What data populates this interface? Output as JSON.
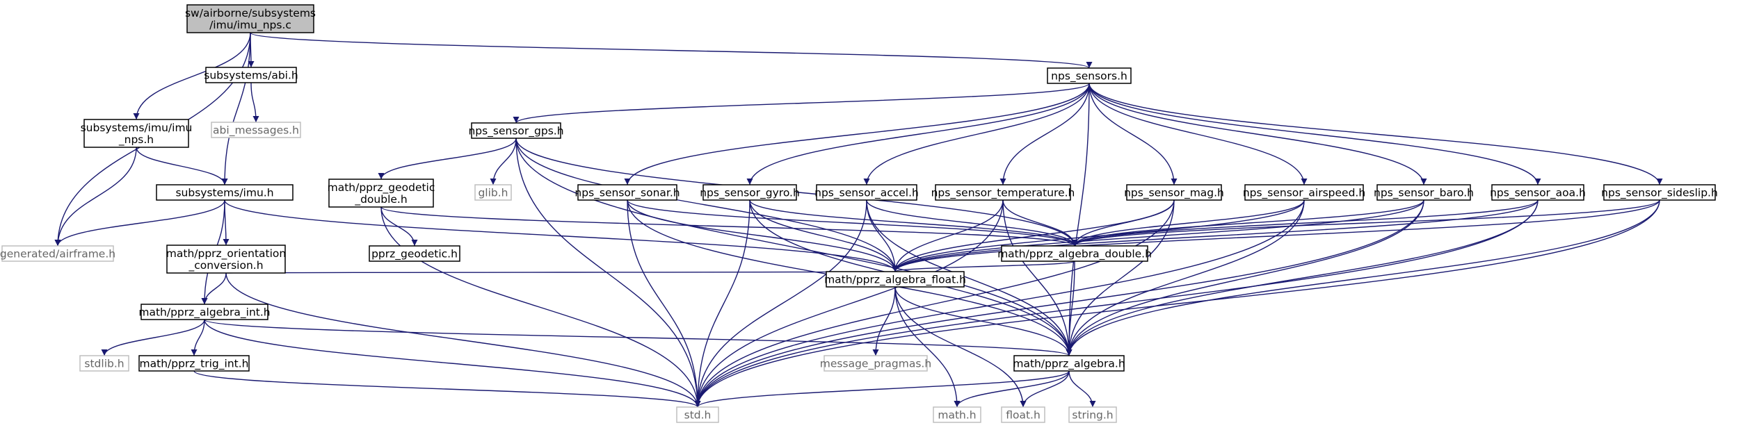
{
  "colors": {
    "edge": "#191970",
    "node_border": "#000000",
    "node_border_external": "#bfbfbf",
    "root_fill": "#bfbfbf",
    "node_fill": "#ffffff"
  },
  "nodes": [
    {
      "id": "root",
      "lines": [
        "sw/airborne/subsystems",
        "/imu/imu_nps.c"
      ],
      "style": "root"
    },
    {
      "id": "abi",
      "lines": [
        "subsystems/abi.h"
      ],
      "style": "normal"
    },
    {
      "id": "abi_msg",
      "lines": [
        "abi_messages.h"
      ],
      "style": "external"
    },
    {
      "id": "imu_nps_h",
      "lines": [
        "subsystems/imu/imu",
        "_nps.h"
      ],
      "style": "normal"
    },
    {
      "id": "imu_h",
      "lines": [
        "subsystems/imu.h"
      ],
      "style": "normal"
    },
    {
      "id": "airframe",
      "lines": [
        "generated/airframe.h"
      ],
      "style": "external"
    },
    {
      "id": "orient",
      "lines": [
        "math/pprz_orientation",
        "_conversion.h"
      ],
      "style": "normal"
    },
    {
      "id": "alg_int",
      "lines": [
        "math/pprz_algebra_int.h"
      ],
      "style": "normal"
    },
    {
      "id": "stdlib",
      "lines": [
        "stdlib.h"
      ],
      "style": "external"
    },
    {
      "id": "trig",
      "lines": [
        "math/pprz_trig_int.h"
      ],
      "style": "normal"
    },
    {
      "id": "nps_sensors",
      "lines": [
        "nps_sensors.h"
      ],
      "style": "normal"
    },
    {
      "id": "gps",
      "lines": [
        "nps_sensor_gps.h"
      ],
      "style": "normal"
    },
    {
      "id": "geod_dbl",
      "lines": [
        "math/pprz_geodetic",
        "_double.h"
      ],
      "style": "normal"
    },
    {
      "id": "glib",
      "lines": [
        "glib.h"
      ],
      "style": "external"
    },
    {
      "id": "pprz_geod",
      "lines": [
        "pprz_geodetic.h"
      ],
      "style": "normal"
    },
    {
      "id": "sonar",
      "lines": [
        "nps_sensor_sonar.h"
      ],
      "style": "normal"
    },
    {
      "id": "gyro",
      "lines": [
        "nps_sensor_gyro.h"
      ],
      "style": "normal"
    },
    {
      "id": "accel",
      "lines": [
        "nps_sensor_accel.h"
      ],
      "style": "normal"
    },
    {
      "id": "temp",
      "lines": [
        "nps_sensor_temperature.h"
      ],
      "style": "normal"
    },
    {
      "id": "mag",
      "lines": [
        "nps_sensor_mag.h"
      ],
      "style": "normal"
    },
    {
      "id": "airspeed",
      "lines": [
        "nps_sensor_airspeed.h"
      ],
      "style": "normal"
    },
    {
      "id": "baro",
      "lines": [
        "nps_sensor_baro.h"
      ],
      "style": "normal"
    },
    {
      "id": "aoa",
      "lines": [
        "nps_sensor_aoa.h"
      ],
      "style": "normal"
    },
    {
      "id": "sideslip",
      "lines": [
        "nps_sensor_sideslip.h"
      ],
      "style": "normal"
    },
    {
      "id": "alg_dbl",
      "lines": [
        "math/pprz_algebra_double.h"
      ],
      "style": "normal"
    },
    {
      "id": "alg_float",
      "lines": [
        "math/pprz_algebra_float.h"
      ],
      "style": "normal"
    },
    {
      "id": "msg_pragmas",
      "lines": [
        "message_pragmas.h"
      ],
      "style": "external"
    },
    {
      "id": "alg",
      "lines": [
        "math/pprz_algebra.h"
      ],
      "style": "normal"
    },
    {
      "id": "std",
      "lines": [
        "std.h"
      ],
      "style": "external"
    },
    {
      "id": "math",
      "lines": [
        "math.h"
      ],
      "style": "external"
    },
    {
      "id": "float",
      "lines": [
        "float.h"
      ],
      "style": "external"
    },
    {
      "id": "string",
      "lines": [
        "string.h"
      ],
      "style": "external"
    }
  ],
  "edges": [
    [
      "root",
      "abi"
    ],
    [
      "root",
      "imu_nps_h"
    ],
    [
      "root",
      "imu_h"
    ],
    [
      "root",
      "airframe"
    ],
    [
      "root",
      "nps_sensors"
    ],
    [
      "abi",
      "abi_msg"
    ],
    [
      "imu_nps_h",
      "imu_h"
    ],
    [
      "imu_nps_h",
      "airframe"
    ],
    [
      "imu_h",
      "airframe"
    ],
    [
      "imu_h",
      "orient"
    ],
    [
      "imu_h",
      "alg_int"
    ],
    [
      "imu_h",
      "alg_float"
    ],
    [
      "orient",
      "alg_int"
    ],
    [
      "orient",
      "alg_float"
    ],
    [
      "orient",
      "std"
    ],
    [
      "alg_int",
      "stdlib"
    ],
    [
      "alg_int",
      "trig"
    ],
    [
      "alg_int",
      "alg"
    ],
    [
      "alg_int",
      "std"
    ],
    [
      "trig",
      "std"
    ],
    [
      "nps_sensors",
      "gps"
    ],
    [
      "nps_sensors",
      "sonar"
    ],
    [
      "nps_sensors",
      "gyro"
    ],
    [
      "nps_sensors",
      "accel"
    ],
    [
      "nps_sensors",
      "temp"
    ],
    [
      "nps_sensors",
      "mag"
    ],
    [
      "nps_sensors",
      "airspeed"
    ],
    [
      "nps_sensors",
      "baro"
    ],
    [
      "nps_sensors",
      "aoa"
    ],
    [
      "nps_sensors",
      "sideslip"
    ],
    [
      "nps_sensors",
      "alg"
    ],
    [
      "gps",
      "std"
    ],
    [
      "gps",
      "geod_dbl"
    ],
    [
      "gps",
      "glib"
    ],
    [
      "gps",
      "alg_float"
    ],
    [
      "gps",
      "alg"
    ],
    [
      "gps",
      "alg_dbl"
    ],
    [
      "geod_dbl",
      "pprz_geod"
    ],
    [
      "geod_dbl",
      "alg_dbl"
    ],
    [
      "geod_dbl",
      "std"
    ],
    [
      "sonar",
      "std"
    ],
    [
      "sonar",
      "alg_float"
    ],
    [
      "sonar",
      "alg"
    ],
    [
      "sonar",
      "alg_dbl"
    ],
    [
      "gyro",
      "std"
    ],
    [
      "gyro",
      "alg_float"
    ],
    [
      "gyro",
      "alg"
    ],
    [
      "gyro",
      "alg_dbl"
    ],
    [
      "accel",
      "std"
    ],
    [
      "accel",
      "alg_float"
    ],
    [
      "accel",
      "alg"
    ],
    [
      "accel",
      "alg_dbl"
    ],
    [
      "temp",
      "std"
    ],
    [
      "temp",
      "alg_float"
    ],
    [
      "temp",
      "alg"
    ],
    [
      "temp",
      "alg_dbl"
    ],
    [
      "mag",
      "alg_dbl"
    ],
    [
      "mag",
      "alg_float"
    ],
    [
      "mag",
      "alg"
    ],
    [
      "mag",
      "std"
    ],
    [
      "airspeed",
      "alg_float"
    ],
    [
      "airspeed",
      "alg"
    ],
    [
      "airspeed",
      "std"
    ],
    [
      "airspeed",
      "alg_dbl"
    ],
    [
      "baro",
      "alg_dbl"
    ],
    [
      "baro",
      "alg_float"
    ],
    [
      "baro",
      "alg"
    ],
    [
      "baro",
      "std"
    ],
    [
      "aoa",
      "alg_dbl"
    ],
    [
      "aoa",
      "alg_float"
    ],
    [
      "aoa",
      "alg"
    ],
    [
      "aoa",
      "std"
    ],
    [
      "sideslip",
      "alg_dbl"
    ],
    [
      "sideslip",
      "alg_float"
    ],
    [
      "sideslip",
      "alg"
    ],
    [
      "sideslip",
      "std"
    ],
    [
      "alg_dbl",
      "alg_float"
    ],
    [
      "alg_dbl",
      "alg"
    ],
    [
      "alg_float",
      "msg_pragmas"
    ],
    [
      "alg_float",
      "alg"
    ],
    [
      "alg_float",
      "math"
    ],
    [
      "alg_float",
      "float"
    ],
    [
      "alg",
      "std"
    ],
    [
      "alg",
      "math"
    ],
    [
      "alg",
      "float"
    ],
    [
      "alg",
      "string"
    ]
  ]
}
